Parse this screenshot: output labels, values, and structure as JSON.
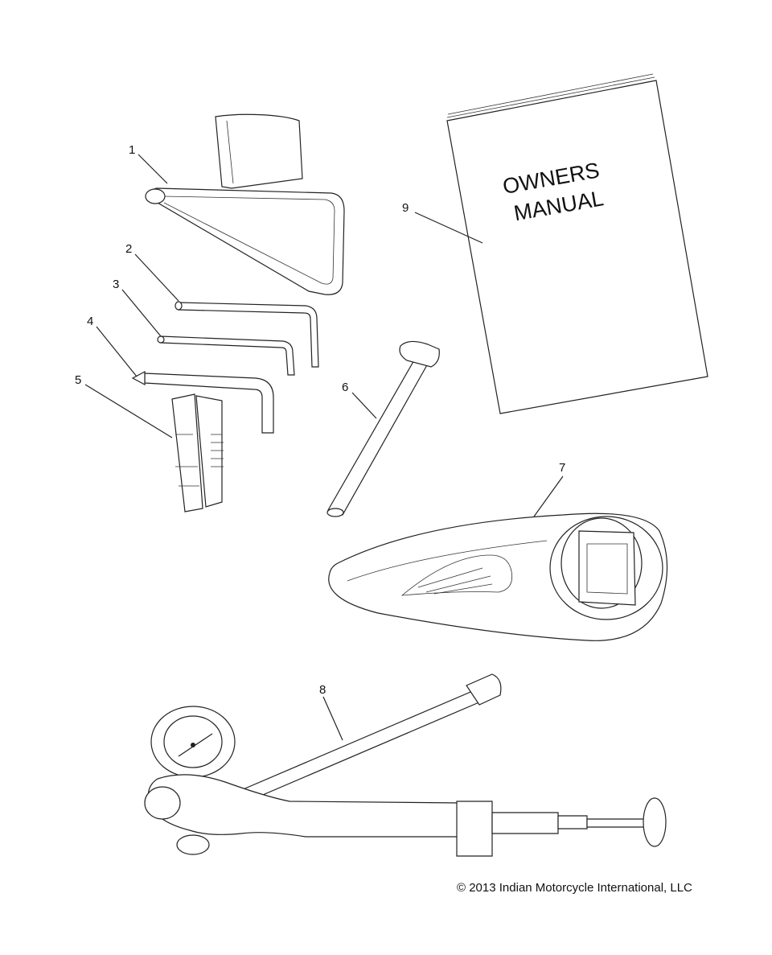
{
  "callouts": [
    "1",
    "2",
    "3",
    "4",
    "5",
    "6",
    "7",
    "8",
    "9"
  ],
  "manual": {
    "line1": "OWNERS",
    "line2": "MANUAL"
  },
  "copyright": "© 2013 Indian Motorcycle International, LLC"
}
